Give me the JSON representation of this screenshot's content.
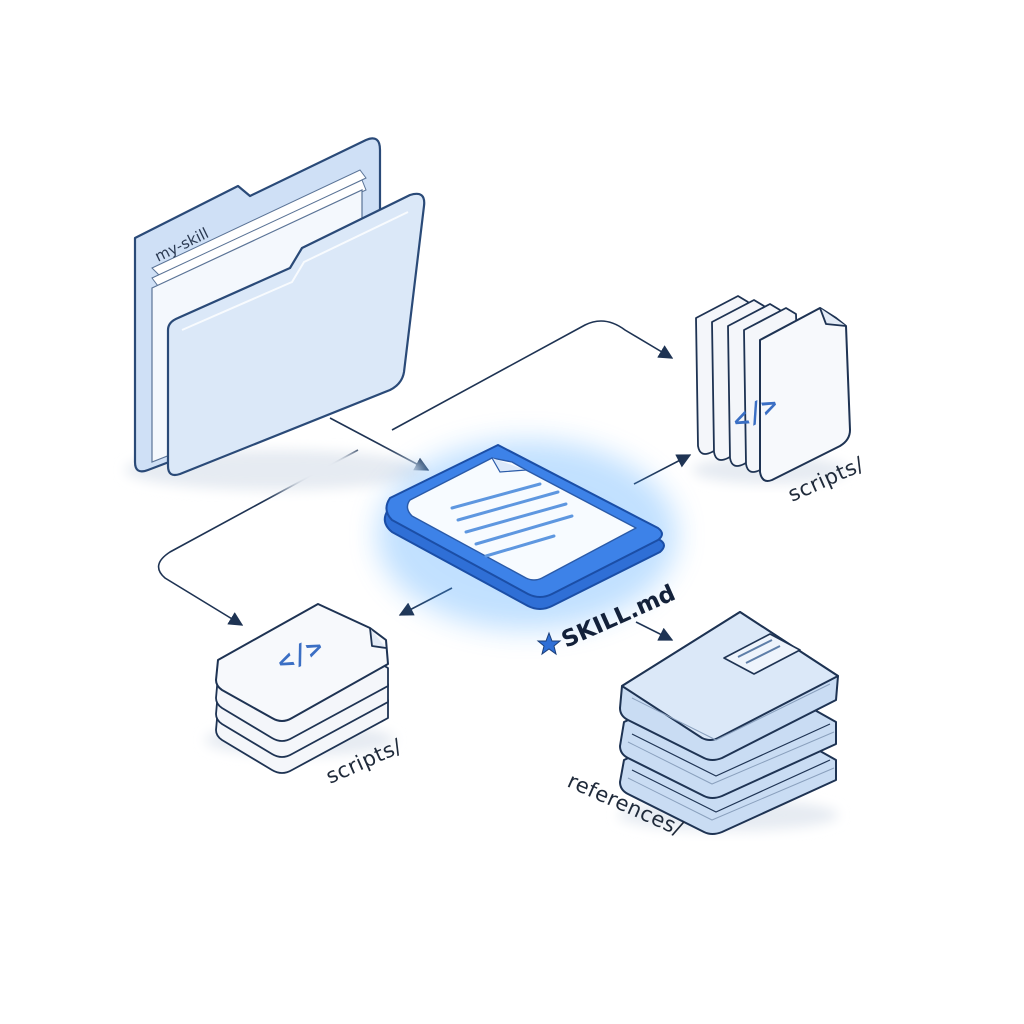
{
  "labels": {
    "folder": "my-skill",
    "skill_file": "SKILL.md",
    "scripts_right": "scripts/",
    "scripts_left": "scripts/",
    "references": "references/"
  },
  "icons": {
    "folder": "folder-icon",
    "skill_file": "document-icon",
    "scripts_right": "code-files-icon",
    "scripts_left": "code-files-icon",
    "references": "books-icon",
    "star": "star-icon"
  },
  "code_glyph": "</>",
  "colors": {
    "accent": "#2f6fd6",
    "stroke": "#1e3353",
    "fill_light": "#dbe8f8",
    "glow": "#4fa8ff"
  }
}
